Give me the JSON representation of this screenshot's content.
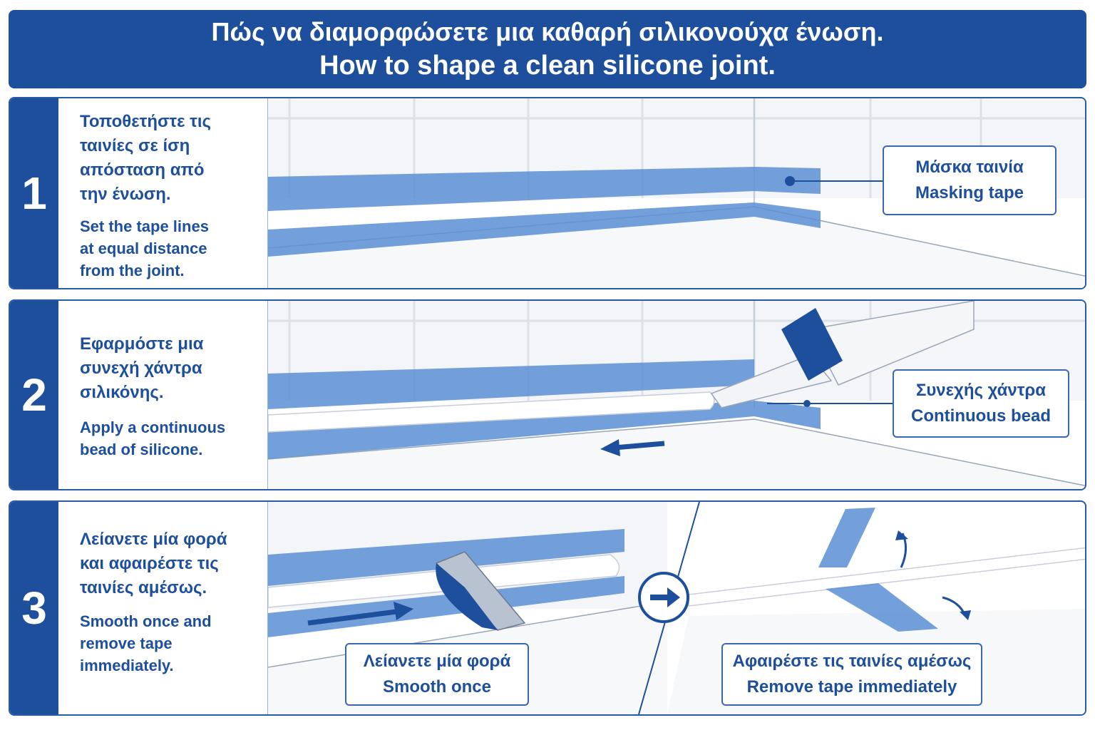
{
  "header": {
    "title_greek": "Πώς να διαμορφώσετε μια καθαρή σιλικονούχα ένωση.",
    "title_english": "How to shape a clean silicone joint."
  },
  "steps": [
    {
      "number": "1",
      "greek_lines": [
        "Τοποθετήστε τις",
        "ταινίες σε ίση",
        "απόσταση από",
        "την ένωση."
      ],
      "english_lines": [
        "Set the tape lines",
        "at equal distance",
        "from the joint."
      ],
      "callouts": [
        {
          "greek": "Μάσκα ταινία",
          "english": "Masking tape"
        }
      ]
    },
    {
      "number": "2",
      "greek_lines": [
        "Εφαρμόστε μια",
        "συνεχή χάντρα",
        "σιλικόνης."
      ],
      "english_lines": [
        "Apply a continuous",
        "bead of silicone."
      ],
      "callouts": [
        {
          "greek": "Συνεχής χάντρα",
          "english": "Continuous bead"
        }
      ]
    },
    {
      "number": "3",
      "greek_lines": [
        "Λείανετε μία φορά",
        "και αφαιρέστε τις",
        "ταινίες αμέσως."
      ],
      "english_lines": [
        "Smooth once and",
        "remove tape",
        "immediately."
      ],
      "callouts": [
        {
          "greek": "Λείανετε μία φορά",
          "english": "Smooth once"
        },
        {
          "greek": "Αφαιρέστε τις ταινίες αμέσως",
          "english": "Remove tape immediately"
        }
      ]
    }
  ],
  "colors": {
    "brand_blue": "#1e4f9c",
    "tape_blue": "#5b8fd4",
    "tile_gray": "#d9dde3"
  },
  "icons": {
    "direction": "arrow-left-icon",
    "next_step": "circled-arrow-right-icon"
  }
}
